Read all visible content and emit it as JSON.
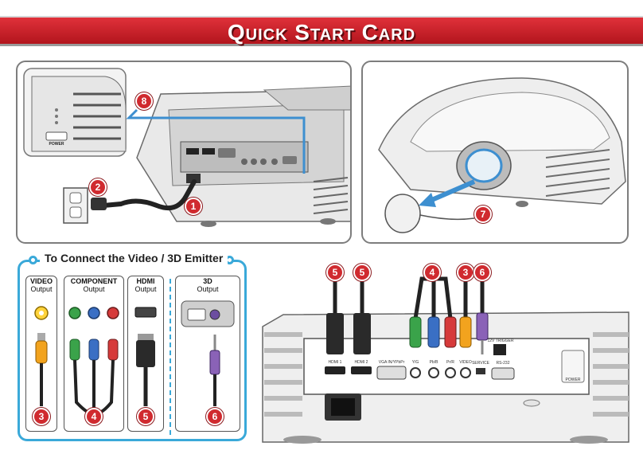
{
  "header": {
    "title": "Quick Start Card"
  },
  "panel_left": {
    "inset_label": "POWER",
    "steps": {
      "power_cord": "1",
      "outlet": "2",
      "power_button": "8"
    }
  },
  "panel_right": {
    "steps": {
      "lens_cap": "7"
    }
  },
  "connect": {
    "title": "To Connect the Video / 3D Emitter",
    "sections": [
      {
        "heading": "VIDEO",
        "sub": "Output",
        "step": "3"
      },
      {
        "heading": "COMPONENT",
        "sub": "Output",
        "step": "4"
      },
      {
        "heading": "HDMI",
        "sub": "Output",
        "step": "5"
      },
      {
        "heading": "3D",
        "sub": "Output",
        "step": "6"
      }
    ]
  },
  "rear_panel": {
    "callouts": [
      "5",
      "5",
      "4",
      "3",
      "6"
    ],
    "port_labels": {
      "hdmi1": "HDMI 1",
      "hdmi2": "HDMI 2",
      "vga": "VGA IN/YPbPr",
      "y": "Y/G",
      "pb": "Pb/B",
      "pr": "Pr/R",
      "video": "VIDEO",
      "trigger": "12V TRIGGER",
      "service": "SERVICE",
      "rs232": "RS-232",
      "power": "POWER"
    }
  },
  "colors": {
    "brand_red": "#c41e26",
    "accent_blue": "#3aa9d9",
    "cable_blue": "#3d8fd0"
  }
}
